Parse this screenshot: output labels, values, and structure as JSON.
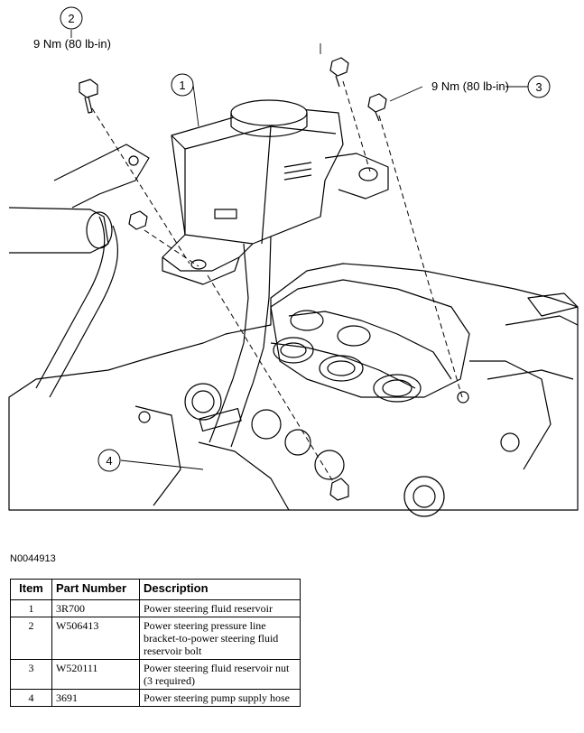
{
  "callouts": [
    {
      "number": "1"
    },
    {
      "number": "2",
      "torque": "9 Nm (80 lb-in)"
    },
    {
      "number": "3",
      "torque": "9 Nm (80 lb-in)"
    },
    {
      "number": "4"
    }
  ],
  "figure_id": "N0044913",
  "table": {
    "headers": [
      "Item",
      "Part Number",
      "Description"
    ],
    "rows": [
      {
        "item": "1",
        "part_number": "3R700",
        "description": "Power steering fluid reservoir"
      },
      {
        "item": "2",
        "part_number": "W506413",
        "description": "Power steering pressure line bracket-to-power steering fluid reservoir bolt"
      },
      {
        "item": "3",
        "part_number": "W520111",
        "description": "Power steering fluid reservoir nut (3 required)"
      },
      {
        "item": "4",
        "part_number": "3691",
        "description": "Power steering pump supply hose"
      }
    ]
  }
}
